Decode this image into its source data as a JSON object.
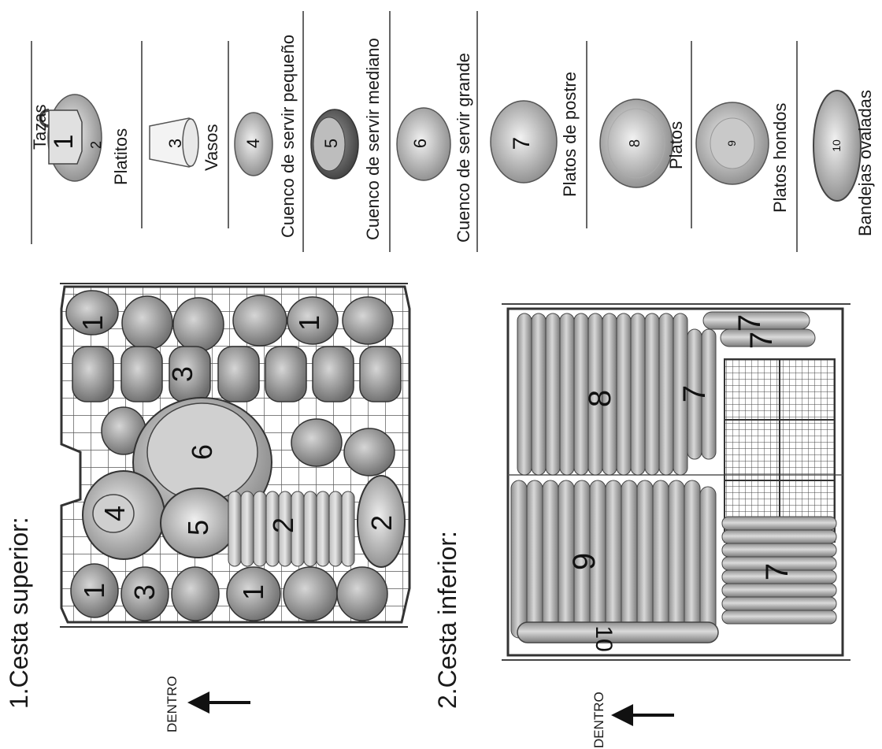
{
  "sections": {
    "upper": {
      "title": "1.Cesta superior:",
      "direction_label": "DENTRO"
    },
    "lower": {
      "title": "2.Cesta inferior:",
      "direction_label": "DENTRO"
    }
  },
  "legend": [
    {
      "number": "1",
      "label": "Tazas"
    },
    {
      "number": "2",
      "label": "Platitos"
    },
    {
      "number": "3",
      "label": "Vasos"
    },
    {
      "number": "4",
      "label": "Cuenco de servir pequeño"
    },
    {
      "number": "5",
      "label": "Cuenco de servir mediano"
    },
    {
      "number": "6",
      "label": "Cuenco de servir grande"
    },
    {
      "number": "7",
      "label": "Platos de postre"
    },
    {
      "number": "8",
      "label": "Platos"
    },
    {
      "number": "9",
      "label": "Platos hondos"
    },
    {
      "number": "10",
      "label": "Bandejas ovaladas"
    }
  ],
  "upper_markers": [
    "1",
    "1",
    "3",
    "6",
    "4",
    "5",
    "2",
    "2",
    "1",
    "3",
    "1"
  ],
  "lower_markers": [
    "8",
    "7",
    "7",
    "7",
    "9",
    "7",
    "10"
  ]
}
